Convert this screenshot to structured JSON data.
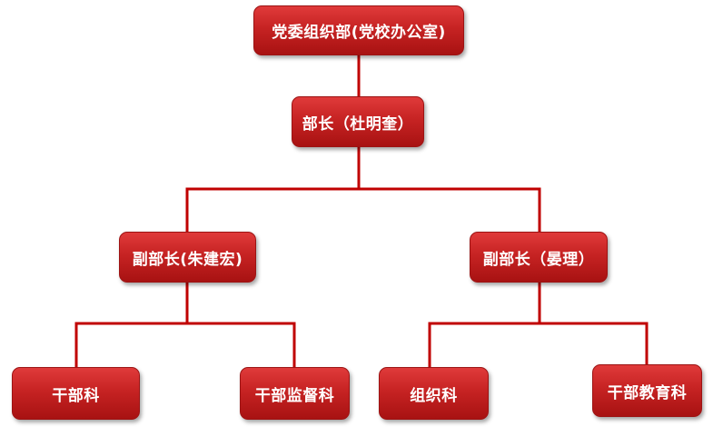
{
  "diagram": {
    "root": {
      "label": "党委组织部(党校办公室)"
    },
    "head": {
      "label": "部长（杜明奎）"
    },
    "deputies": [
      {
        "label": "副部长(朱建宏)",
        "sections": [
          {
            "label": "干部科"
          },
          {
            "label": "干部监督科"
          }
        ]
      },
      {
        "label": "副部长（晏理）",
        "sections": [
          {
            "label": "组织科"
          },
          {
            "label": "干部教育科"
          }
        ]
      }
    ]
  },
  "colors": {
    "node_fill": "#c62323",
    "connector": "#c00000",
    "text": "#ffffff"
  }
}
